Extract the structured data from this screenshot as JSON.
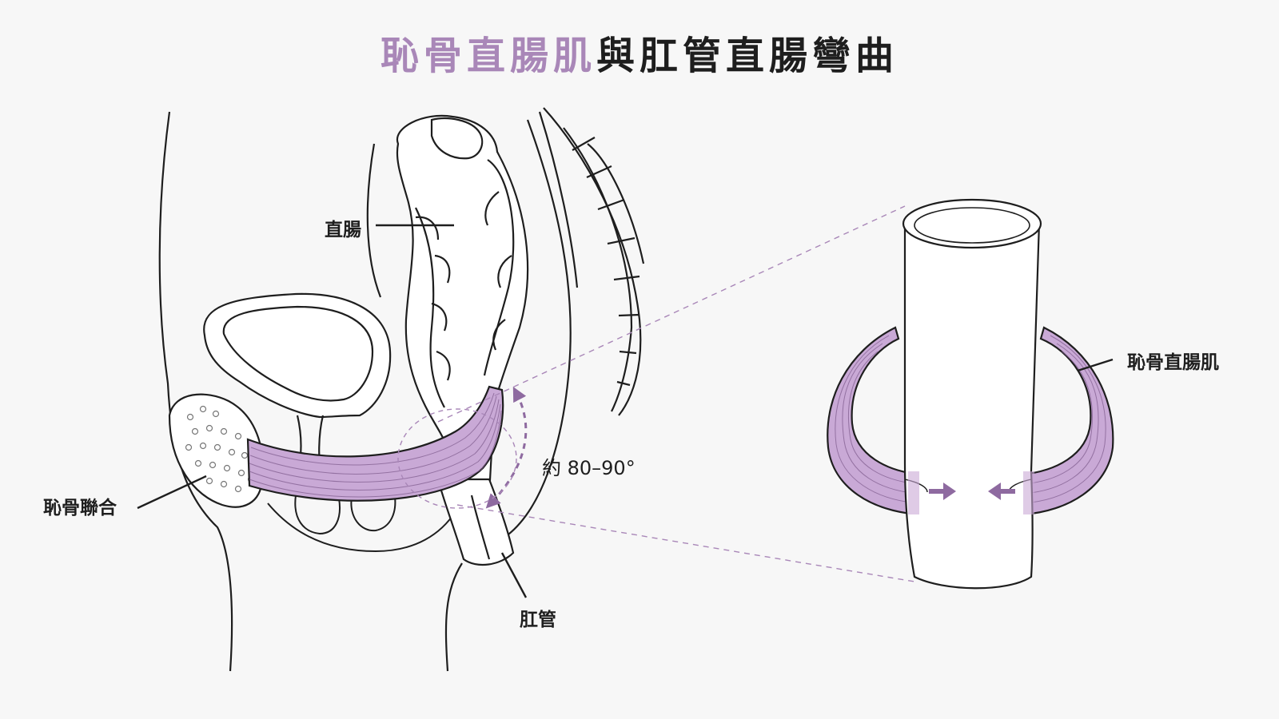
{
  "title": {
    "accent": "恥骨直腸肌",
    "rest": "與肛管直腸彎曲"
  },
  "labels": {
    "rectum": "直腸",
    "pubic_symphysis": "恥骨聯合",
    "anal_canal": "肛管",
    "angle": "約 80–90°",
    "puborectalis": "恥骨直腸肌"
  },
  "colors": {
    "accent": "#a987b8",
    "muscle_fill": "#c9a9d6",
    "arrow": "#8e6aa0",
    "line": "#1e1e1e",
    "background": "#f7f7f7"
  }
}
